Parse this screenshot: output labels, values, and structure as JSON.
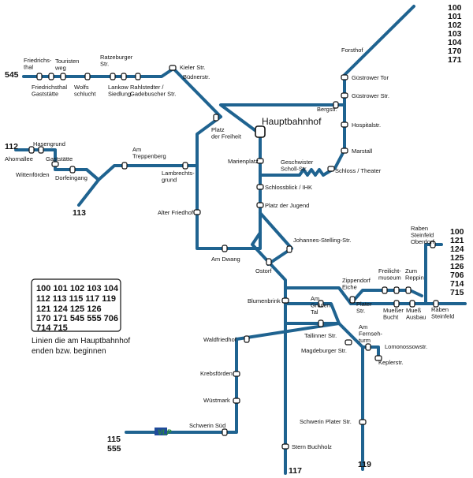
{
  "colors": {
    "line": "#1f6390",
    "logo_green": "#2c8c3c",
    "logo_blue": "#1f4a9a"
  },
  "logo": {
    "text": "VLP"
  },
  "hub": {
    "name": "Hauptbahnhof"
  },
  "line_numbers": {
    "north_east": [
      "100",
      "101",
      "102",
      "103",
      "104",
      "170",
      "171"
    ],
    "west": "545",
    "north_west": "112",
    "south_west_trepp": "113",
    "east": [
      "100",
      "121",
      "124",
      "125",
      "126",
      "706",
      "714",
      "715"
    ],
    "south": "117",
    "south_east": "119",
    "south_west": [
      "115",
      "555"
    ]
  },
  "stops": {
    "friedrichsthal": "Friedrichs-\nthal",
    "friedrichsthal_gaststaette": "Friedrichsthal\nGaststätte",
    "touristenweg": "Touristen\nweg",
    "wolfsschlucht": "Wolfs\nschlucht",
    "ratzeburger": "Ratzeburger\nStr.",
    "lankow": "Lankow\nSiedlung",
    "rahlstedter": "Rahlstedter /\nGadebuscher Str.",
    "kieler": "Kieler Str.",
    "buedner": "Büdnerstr.",
    "platz_freiheit": "Platz\nder Freiheit",
    "forsthof": "Forsthof",
    "guestrower_tor": "Güstrower Tor",
    "guestrower_str": "Güstrower Str.",
    "bergstr": "Bergstr.",
    "hospitalstr": "Hospitalstr.",
    "marstall": "Marstall",
    "schloss_theater": "Schloss / Theater",
    "geschwister": "Geschwister\nScholl-Str.",
    "marienplatz": "Marienplatz",
    "schlossblick": "Schlossblick / IHK",
    "platz_jugend": "Platz der Jugend",
    "hasengrund": "Hasengrund",
    "ahornallee": "Ahornallee",
    "gaststaette": "Gaststätte",
    "wittenfoerden": "Wittenförden",
    "dorfeingang": "Dorfeingang",
    "am_treppenberg": "Am\nTreppenberg",
    "lambrechtsgrund": "Lambrechts-\ngrund",
    "alter_friedhof": "Alter Friedhof",
    "am_dwang": "Am Dwang",
    "ostorf": "Ostorf",
    "johannes": "Johannes-Stelling-Str.",
    "blumenbrink": "Blumenbrink",
    "am_gruenen_tal": "Am\nGrünen\nTal",
    "zippendorf": "Zippendorf\nEiche",
    "plater_str": "Plater\nStr.",
    "freilicht": "Freilicht-\nmuseum",
    "zum_reppin": "Zum\nReppin",
    "muesser_bucht": "Mueßer\nBucht",
    "muess_ausbau": "Mueß\nAusbau",
    "raben_steinfeld": "Raben\nSteinfeld",
    "raben_steinfeld_oberdorf": "Raben\nSteinfeld\nOberdorf",
    "tallinner": "Tallinner Str.",
    "magdeburger": "Magdeburger Str.",
    "am_fernsehturm": "Am\nFernseh-\nturm",
    "lomonossow": "Lomonossowstr.",
    "keplerstr": "Keplerstr.",
    "waldfriedhof": "Waldfriedhof",
    "krebsfoerden": "Krebsförden",
    "wuestmark": "Wüstmark",
    "schwerin_sued": "Schwerin Süd",
    "schwerin_plater": "Schwerin Plater Str.",
    "stern_buchholz": "Stern Buchholz"
  },
  "legend": {
    "rows": [
      [
        "100",
        "101",
        "102",
        "103",
        "104"
      ],
      [
        "112",
        "113",
        "115",
        "117",
        "119"
      ],
      [
        "121",
        "124",
        "125",
        "126"
      ],
      [
        "170",
        "171",
        "545",
        "555",
        "706"
      ],
      [
        "714",
        "715"
      ]
    ],
    "caption": "Linien die am Hauptbahnhof\nenden bzw. beginnen"
  }
}
